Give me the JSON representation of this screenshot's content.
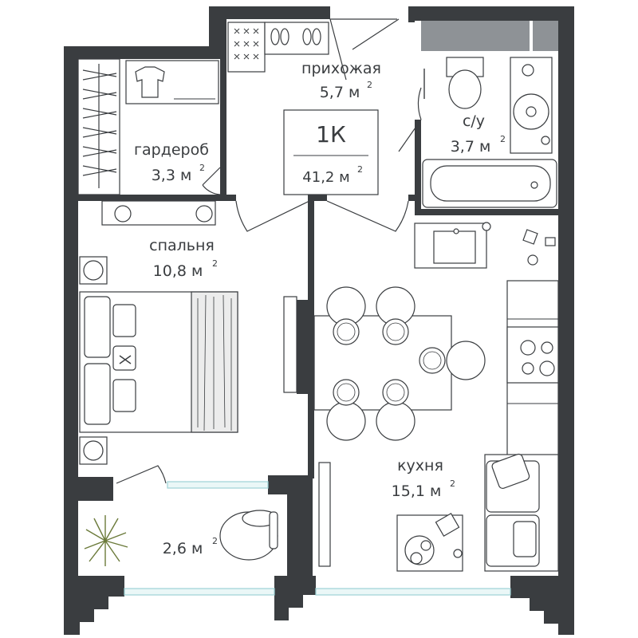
{
  "apartment": {
    "type": "1К",
    "total_area": "41,2 м",
    "area_unit_exp": "2"
  },
  "rooms": {
    "hallway": {
      "name": "прихожая",
      "area": "5,7 м",
      "exp": "2"
    },
    "wardrobe": {
      "name": "гардероб",
      "area": "3,3 м",
      "exp": "2"
    },
    "bathroom": {
      "name": "с/у",
      "area": "3,7 м",
      "exp": "2"
    },
    "bedroom": {
      "name": "спальня",
      "area": "10,8 м",
      "exp": "2"
    },
    "kitchen": {
      "name": "кухня",
      "area": "15,1 м",
      "exp": "2"
    },
    "balcony": {
      "name": "",
      "area": "2,6 м",
      "exp": "2"
    }
  },
  "colors": {
    "wall": "#3a3d40",
    "window_glass": "#eaf7f7",
    "window_frame": "#9ed3d6",
    "bath_window": "#8e9296"
  }
}
